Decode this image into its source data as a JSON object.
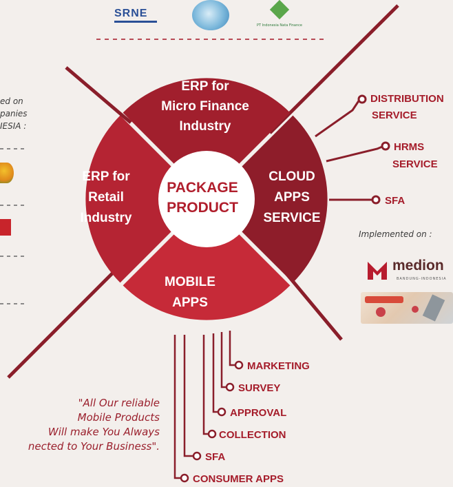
{
  "top_logos": {
    "logo1_text": "SRNE",
    "logo3_text": "PT Indonesia Nata Finance"
  },
  "left_note": {
    "line1": "ed on",
    "line2": "panies",
    "line3": "IESIA :"
  },
  "segments": {
    "micro_finance": [
      "ERP for",
      "Micro Finance",
      "Industry"
    ],
    "retail": [
      "ERP for",
      "Retail",
      "Industry"
    ],
    "cloud": [
      "CLOUD",
      "APPS",
      "SERVICE"
    ],
    "mobile": [
      "MOBILE",
      "APPS"
    ]
  },
  "center": [
    "PACKAGE",
    "PRODUCT"
  ],
  "cloud_services": [
    [
      "DISTRIBUTION",
      "SERVICE"
    ],
    [
      "HRMS",
      "SERVICE"
    ],
    [
      "SFA"
    ]
  ],
  "implemented_on": "Implemented on :",
  "medion": {
    "name": "medion",
    "sub": "BANDUNG-INDONESIA"
  },
  "mobile_products": [
    "MARKETING",
    "SURVEY",
    "APPROVAL",
    "COLLECTION",
    "SFA",
    "CONSUMER APPS"
  ],
  "quote": [
    "\"All Our reliable",
    "Mobile Products",
    "Will make You Always",
    "nected to Your Business\"."
  ],
  "colors": {
    "dark_red": "#8e1d2a",
    "red": "#b72534",
    "bright_red": "#c62a38",
    "line": "#8a1e2a",
    "background": "#f3efec"
  }
}
